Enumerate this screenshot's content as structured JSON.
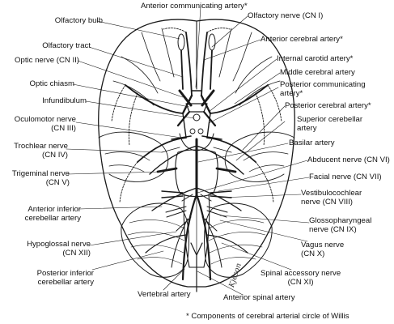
{
  "labels": {
    "anterior_communicating_artery": [
      "Anterior communicating artery*"
    ],
    "olfactory_bulb": [
      "Olfactory bulb"
    ],
    "olfactory_nerve": [
      "Olfactory nerve (CN I)"
    ],
    "olfactory_tract": [
      "Olfactory tract"
    ],
    "anterior_cerebral_artery": [
      "Anterior cerebral artery*"
    ],
    "optic_nerve": [
      "Optic nerve (CN II)"
    ],
    "internal_carotid_artery": [
      "Internal carotid artery*"
    ],
    "middle_cerebral_artery": [
      "Middle cerebral artery"
    ],
    "optic_chiasm": [
      "Optic chiasm"
    ],
    "posterior_communicating_artery": [
      "Posterior communicating",
      "artery*"
    ],
    "infundibulum": [
      "Infundibulum"
    ],
    "posterior_cerebral_artery": [
      "Posterior cerebral artery*"
    ],
    "oculomotor_nerve": [
      "Oculomotor nerve",
      "(CN III)"
    ],
    "superior_cerebellar_artery": [
      "Superior cerebellar",
      "artery"
    ],
    "trochlear_nerve": [
      "Trochlear nerve",
      "(CN IV)"
    ],
    "basilar_artery": [
      "Basilar artery"
    ],
    "abducent_nerve": [
      "Abducent nerve (CN VI)"
    ],
    "trigeminal_nerve": [
      "Trigeminal nerve",
      "(CN V)"
    ],
    "facial_nerve": [
      "Facial nerve (CN VII)"
    ],
    "vestibulocochlear_nerve": [
      "Vestibulocochlear",
      "nerve (CN VIII)"
    ],
    "anterior_inferior_cerebellar_artery": [
      "Anterior inferior",
      "cerebellar artery"
    ],
    "glossopharyngeal_nerve": [
      "Glossopharyngeal",
      "nerve (CN IX)"
    ],
    "hypoglossal_nerve": [
      "Hypoglossal nerve",
      "(CN XII)"
    ],
    "vagus_nerve": [
      "Vagus nerve",
      "(CN X)"
    ],
    "posterior_inferior_cerebellar_artery": [
      "Posterior inferior",
      "cerebellar artery"
    ],
    "spinal_accessory_nerve": [
      "Spinal accessory nerve",
      "(CN XI)"
    ],
    "vertebral_artery": [
      "Vertebral artery"
    ],
    "anterior_spinal_artery": [
      "Anterior spinal artery"
    ]
  },
  "footnote": "* Components of cerebral arterial circle of Willis",
  "signature": "Kjeson"
}
